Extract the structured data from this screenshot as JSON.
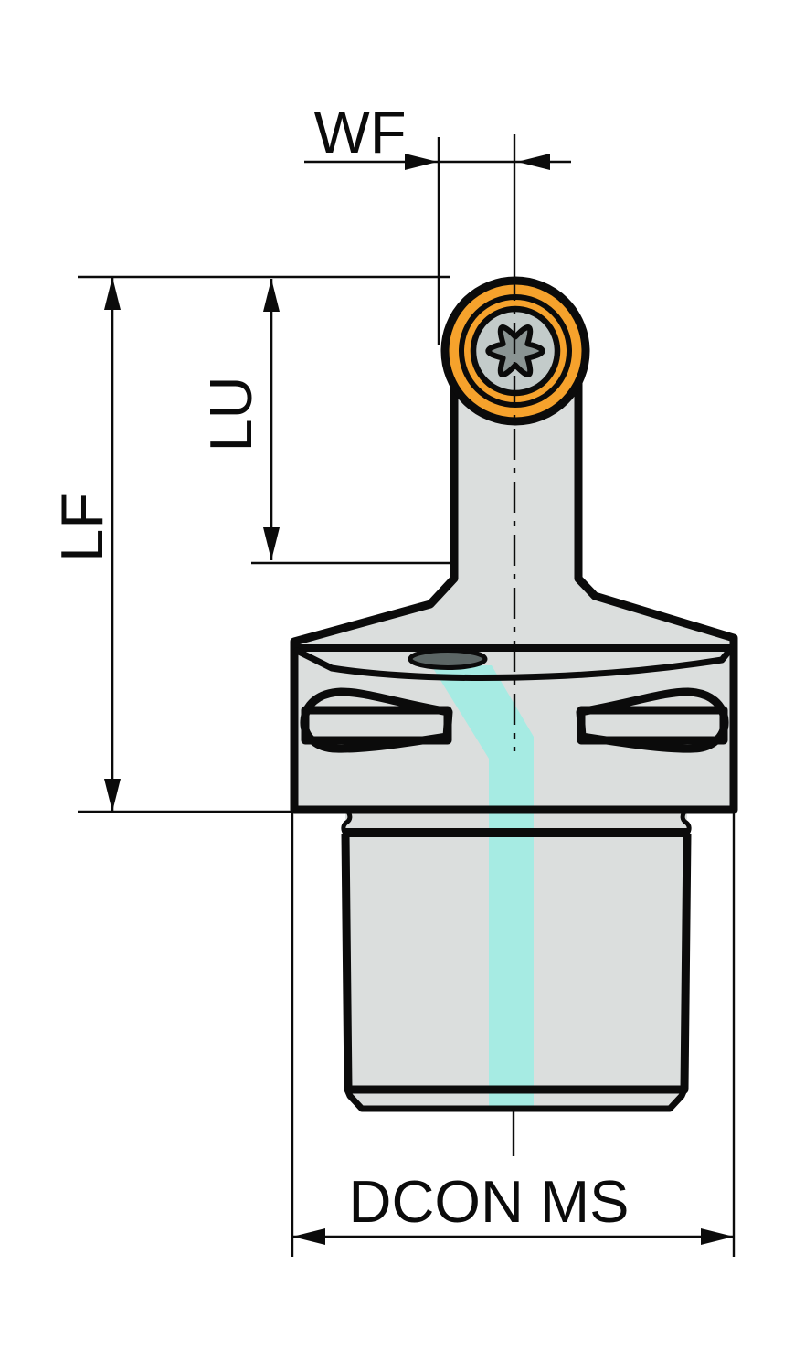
{
  "title": "Tool holder dimensional drawing",
  "labels": {
    "wf": "WF",
    "lu": "LU",
    "lf": "LF",
    "dcon_ms": "DCON MS"
  },
  "colors": {
    "outline": "#0b0b0b",
    "body": "#dbdedd",
    "coolant": "#a6ebe3",
    "orange": "#f6a22c",
    "screw": "#c3cbca",
    "torx": "#8a9493",
    "hole": "#5c6665",
    "background": "#ffffff"
  }
}
